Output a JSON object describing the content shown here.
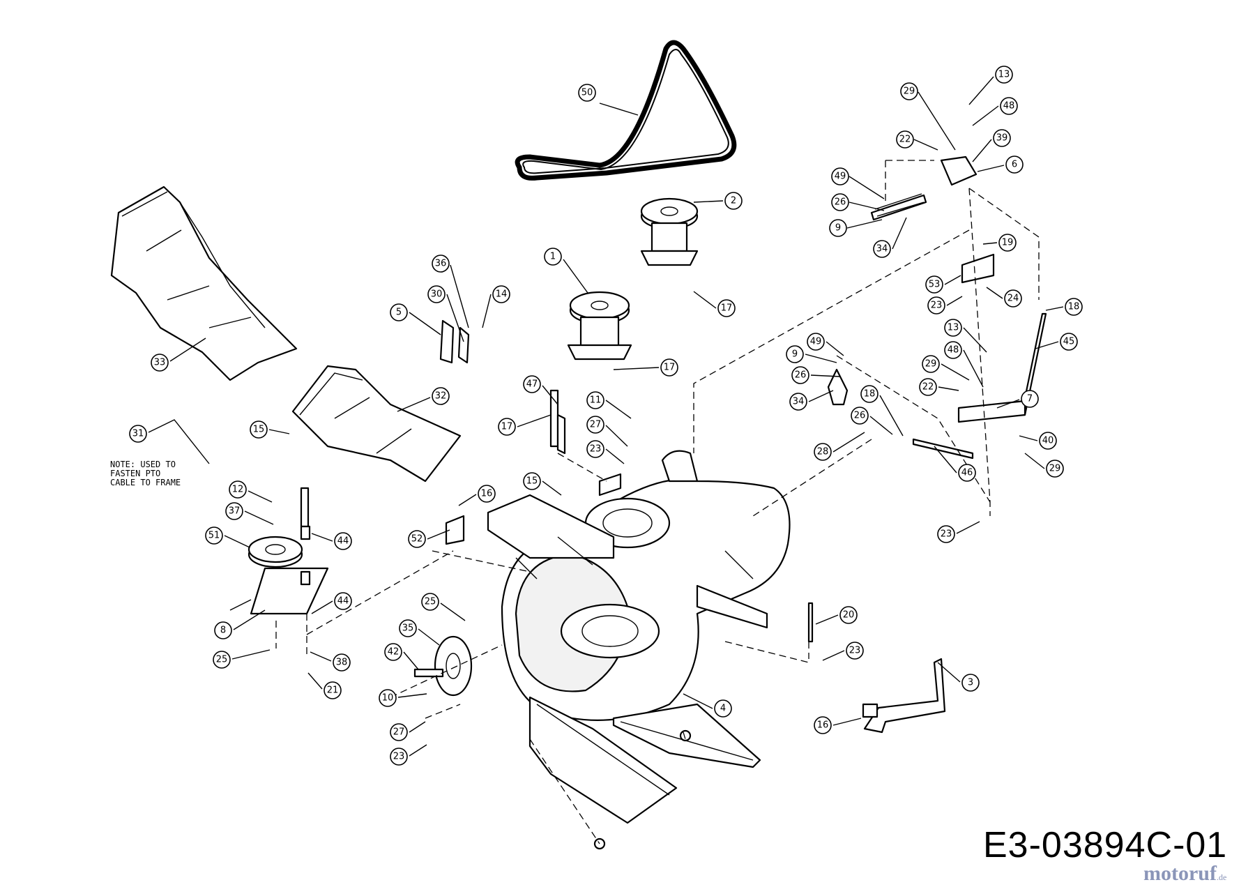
{
  "note": {
    "lines": [
      "NOTE: USED TO",
      "FASTEN PTO",
      "CABLE TO FRAME"
    ]
  },
  "diagram_code": "E3-03894C-01",
  "watermark": {
    "name": "motoruf",
    "tld": ".de"
  },
  "callouts": [
    "50",
    "13",
    "29",
    "48",
    "22",
    "39",
    "6",
    "2",
    "49",
    "26",
    "9",
    "34",
    "19",
    "53",
    "24",
    "23",
    "18",
    "1",
    "36",
    "30",
    "14",
    "5",
    "17",
    "45",
    "13",
    "49",
    "48",
    "9",
    "29",
    "26",
    "22",
    "7",
    "34",
    "18",
    "26",
    "40",
    "29",
    "28",
    "46",
    "23",
    "33",
    "32",
    "31",
    "15",
    "11",
    "47",
    "27",
    "23",
    "16",
    "15",
    "52",
    "12",
    "37",
    "44",
    "51",
    "44",
    "8",
    "25",
    "38",
    "21",
    "25",
    "35",
    "42",
    "10",
    "27",
    "23",
    "20",
    "23",
    "3",
    "4",
    "16"
  ]
}
